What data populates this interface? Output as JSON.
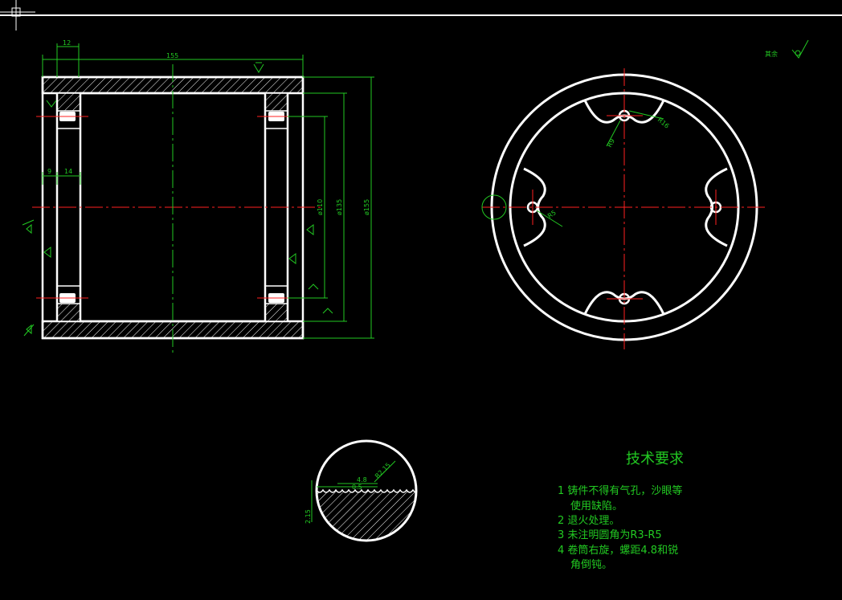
{
  "drawing": {
    "colors": {
      "background": "#000000",
      "outline": "#ffffff",
      "dimension": "#22c922",
      "centerline": "#ff2020"
    },
    "roughness_label": "其余",
    "section_dims": {
      "d12": "12",
      "d155": "155",
      "d9": "9",
      "d14": "14",
      "dia110": "ø110",
      "dia135": "ø135",
      "dia155": "ø155"
    },
    "end_view_dims": {
      "r16": "R16",
      "r9": "R9",
      "r5": "R5"
    },
    "detail_dims": {
      "d48": "4.8",
      "d05": "0.5",
      "r215": "R2.15",
      "d215": "2.15"
    },
    "tech": {
      "title": "技术要求",
      "lines": [
        "1 铸件不得有气孔，沙眼等",
        "使用缺陷。",
        "2 退火处理。",
        "3 未注明圆角为R3-R5",
        "4 卷筒右旋，螺距4.8和锐",
        "角倒钝。"
      ]
    }
  }
}
